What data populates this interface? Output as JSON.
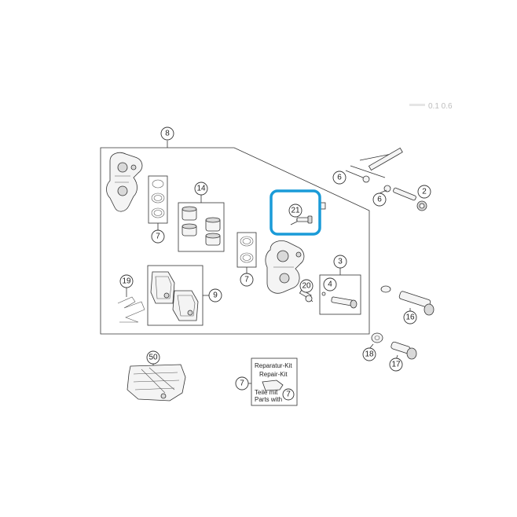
{
  "version_label": "0.1 0.6",
  "highlight_color": "#1a9bd8",
  "callouts": {
    "c8": "8",
    "c14": "14",
    "c7a": "7",
    "c7b": "7",
    "c19": "19",
    "c9": "9",
    "c21": "21",
    "c20": "20",
    "c4": "4",
    "c3": "3",
    "c6a": "6",
    "c6b": "6",
    "c2": "2",
    "c16": "16",
    "c18": "18",
    "c17": "17",
    "c50": "50",
    "c7c": "7",
    "c7d": "7"
  },
  "repair_kit": {
    "line1": "Reparatur-Kit",
    "line2": "Repair-Kit",
    "line3": "Teile mit",
    "line4": "Parts with"
  }
}
